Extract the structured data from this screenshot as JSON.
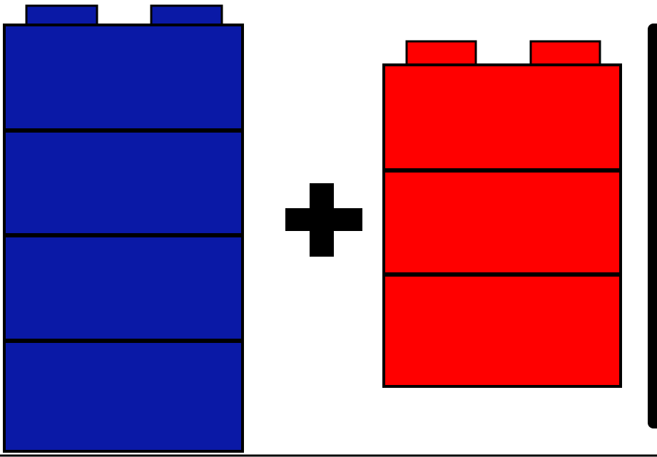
{
  "figure": {
    "operator": "plus",
    "blocks": [
      {
        "name": "blue-block",
        "color": "#0A19A6",
        "layers": 4,
        "studs": 2
      },
      {
        "name": "red-block",
        "color": "#FF0000",
        "layers": 3,
        "studs": 2
      }
    ],
    "colors": {
      "outline": "#000000",
      "plus": "#000000",
      "background": "#FFFFFF"
    }
  }
}
